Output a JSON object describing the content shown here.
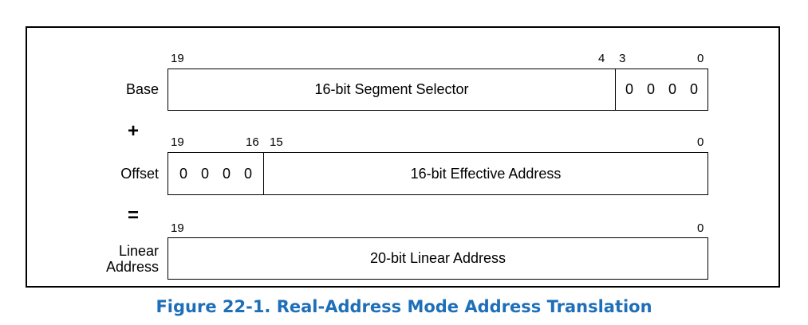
{
  "figure": {
    "caption": "Figure 22-1.  Real-Address Mode Address Translation",
    "caption_color": "#1e6fb8"
  },
  "base": {
    "label": "Base",
    "bits": {
      "hi": "19",
      "mid_hi": "4",
      "mid_lo": "3",
      "lo": "0"
    },
    "selector_text": "16-bit Segment Selector",
    "zeros_text": "0 0 0 0"
  },
  "plus_op": "+",
  "offset": {
    "label": "Offset",
    "bits": {
      "hi": "19",
      "mid_hi": "16",
      "mid_lo": "15",
      "lo": "0"
    },
    "zeros_text": "0 0 0 0",
    "effective_text": "16-bit Effective Address"
  },
  "equals_op": "=",
  "linear": {
    "label_line1": "Linear",
    "label_line2": "Address",
    "bits": {
      "hi": "19",
      "lo": "0"
    },
    "address_text": "20-bit Linear Address"
  }
}
